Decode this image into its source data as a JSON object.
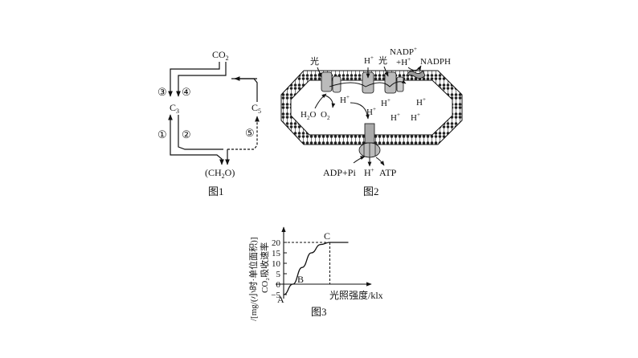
{
  "fig1": {
    "caption": "图1",
    "co2": "CO",
    "co2_sub": "2",
    "c3": "C",
    "c3_sub": "3",
    "c5": "C",
    "c5_sub": "5",
    "ch2o": "(CH",
    "ch2o_sub": "2",
    "ch2o_end": "O)",
    "step1": "①",
    "step2": "②",
    "step3": "③",
    "step4": "④",
    "step5": "⑤"
  },
  "fig2": {
    "caption": "图2",
    "light1": "光",
    "light2": "光",
    "h_top": "H",
    "nadp": "NADP",
    "plus_h": "+H",
    "nadph": "NADPH",
    "h2o": "H",
    "h2o_sub": "2",
    "h2o_end": "O",
    "o2": "O",
    "o2_sub": "2",
    "h_inner1": "H",
    "h_inner2": "H",
    "h_inner3": "H",
    "h_inner4": "H",
    "h_inner5": "H",
    "h_inner6": "H",
    "adp": "ADP+Pi",
    "h_bottom": "H",
    "atp": "ATP"
  },
  "fig3": {
    "caption": "图3",
    "ylabel_line1": "CO₂吸收速率",
    "ylabel_line2": "/[mg/(小时·单位面积)]",
    "xlabel": "光照强度/klx",
    "ticks": [
      "20",
      "15",
      "10",
      "5",
      "0",
      "−5"
    ],
    "point_a": "A",
    "point_b": "B",
    "point_c": "C"
  },
  "chart_data": {
    "type": "line",
    "xlabel": "光照强度/klx",
    "ylabel": "CO₂吸收速率/[mg/(小时·单位面积)]",
    "yticks": [
      -5,
      0,
      5,
      10,
      15,
      20
    ],
    "series": [
      {
        "points": [
          [
            0,
            -5
          ],
          [
            1,
            0
          ],
          [
            2,
            8
          ],
          [
            3,
            15
          ],
          [
            4,
            19
          ],
          [
            5,
            20
          ],
          [
            7,
            20
          ]
        ]
      }
    ],
    "annotations": [
      {
        "label": "A",
        "x": 0,
        "y": -5
      },
      {
        "label": "B",
        "x": 1,
        "y": 0
      },
      {
        "label": "C",
        "x": 5,
        "y": 20
      }
    ]
  }
}
